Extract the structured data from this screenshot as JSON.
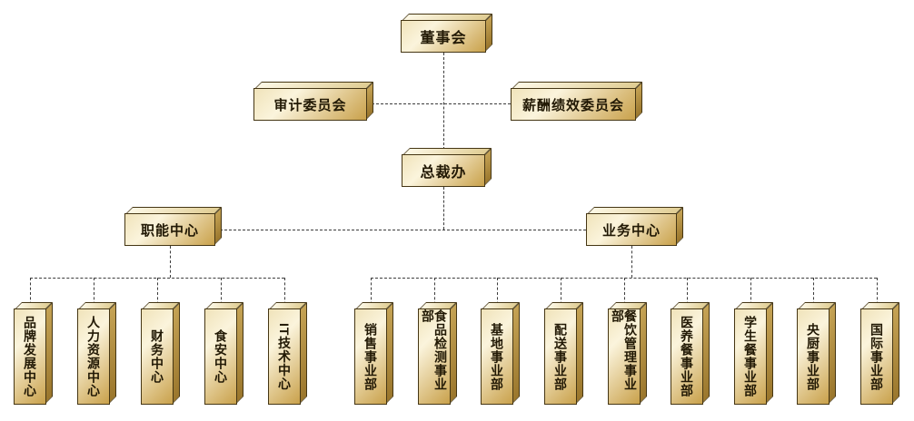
{
  "org": {
    "board": "董事会",
    "audit_committee": "审计委员会",
    "compensation_committee": "薪酬绩效委员会",
    "president_office": "总裁办",
    "functional_center": "职能中心",
    "business_center": "业务中心",
    "functional_departments": [
      "品牌发展中心",
      "人力资源中心",
      "财务中心",
      "食安中心",
      "IT技术中心"
    ],
    "business_departments": [
      "销售事业部",
      "食品检测事业部",
      "基地事业部",
      "配送事业部",
      "餐饮管理事业部",
      "医养餐事业部",
      "学生餐事业部",
      "央厨事业部",
      "国际事业部"
    ]
  },
  "colors": {
    "box_face_light": "#fbf4dc",
    "box_face_gold": "#c9a14b",
    "box_top": "#e0cd93",
    "box_side": "#9a762c",
    "box_border": "#453614",
    "connector": "#3b3b3b",
    "label_text": "#221905"
  }
}
